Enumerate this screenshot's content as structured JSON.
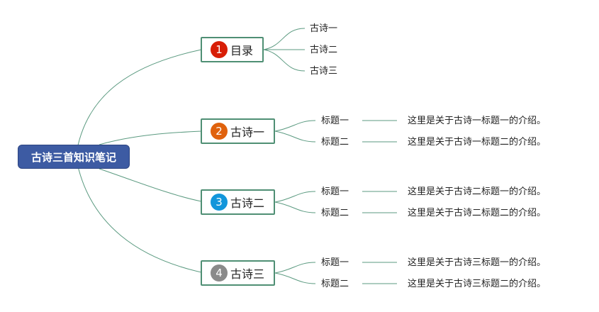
{
  "root": {
    "label": "古诗三首知识笔记"
  },
  "branches": [
    {
      "number": "1",
      "color": "#d81e06",
      "label": "目录",
      "items": [
        {
          "label": "古诗一"
        },
        {
          "label": "古诗二"
        },
        {
          "label": "古诗三"
        }
      ]
    },
    {
      "number": "2",
      "color": "#e0620d",
      "label": "古诗一",
      "items": [
        {
          "label": "标题一",
          "desc": "这里是关于古诗一标题一的介绍。"
        },
        {
          "label": "标题二",
          "desc": "这里是关于古诗一标题二的介绍。"
        }
      ]
    },
    {
      "number": "3",
      "color": "#1296db",
      "label": "古诗二",
      "items": [
        {
          "label": "标题一",
          "desc": "这里是关于古诗二标题一的介绍。"
        },
        {
          "label": "标题二",
          "desc": "这里是关于古诗二标题二的介绍。"
        }
      ]
    },
    {
      "number": "4",
      "color": "#8a8a8a",
      "label": "古诗三",
      "items": [
        {
          "label": "标题一",
          "desc": "这里是关于古诗三标题一的介绍。"
        },
        {
          "label": "标题二",
          "desc": "这里是关于古诗三标题二的介绍。"
        }
      ]
    }
  ]
}
